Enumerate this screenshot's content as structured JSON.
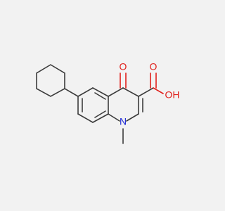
{
  "molecule": {
    "atoms": {
      "ring_oxygen": "O",
      "acid_oxygen": "O",
      "hydroxyl": "OH",
      "nitrogen": "N"
    }
  },
  "colors": {
    "background": "#f2f2f2",
    "bond": "#3b3b3b",
    "oxygen": "#e0201b",
    "nitrogen": "#1f2bd6"
  }
}
